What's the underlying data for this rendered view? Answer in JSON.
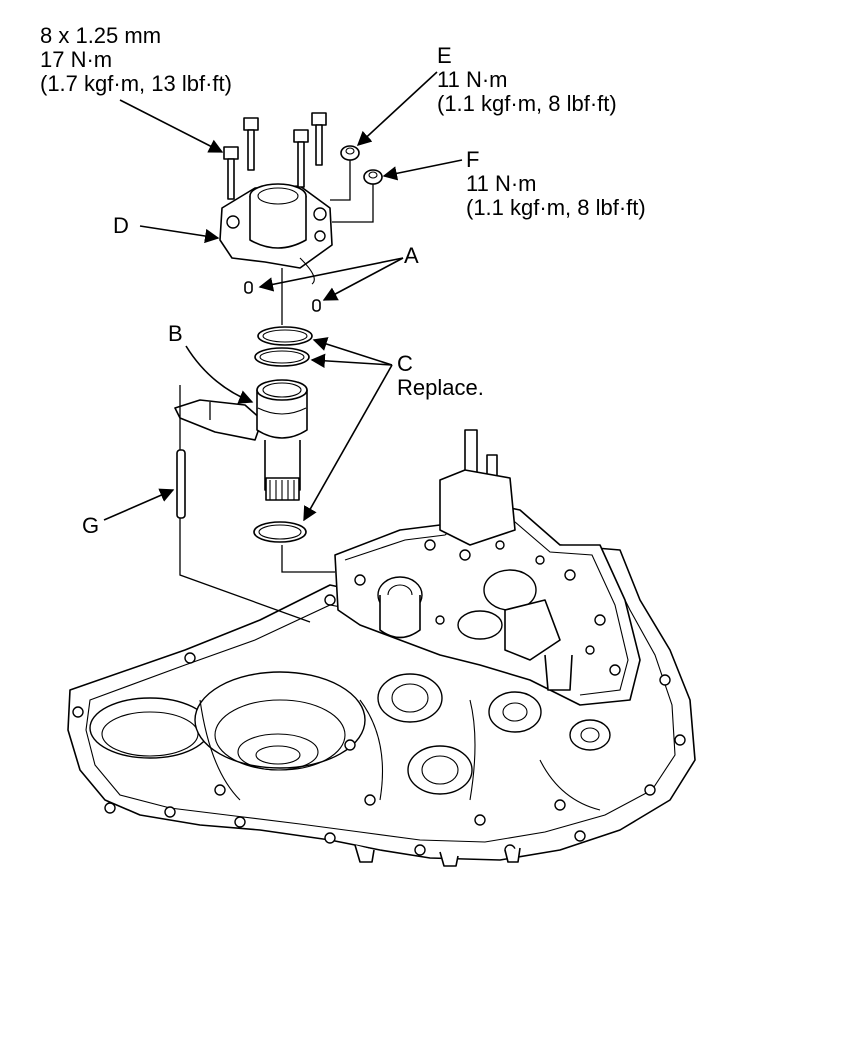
{
  "callouts": {
    "bolt_spec": {
      "size": "8 x 1.25 mm",
      "torque": "17 N·m",
      "alt": "(1.7 kgf·m, 13 lbf·ft)"
    },
    "E": {
      "letter": "E",
      "torque": "11 N·m",
      "alt": "(1.1 kgf·m, 8 lbf·ft)"
    },
    "F": {
      "letter": "F",
      "torque": "11 N·m",
      "alt": "(1.1 kgf·m, 8 lbf·ft)"
    },
    "A": {
      "letter": "A"
    },
    "B": {
      "letter": "B"
    },
    "C": {
      "letter": "C",
      "note": "Replace."
    },
    "D": {
      "letter": "D"
    },
    "G": {
      "letter": "G"
    }
  }
}
